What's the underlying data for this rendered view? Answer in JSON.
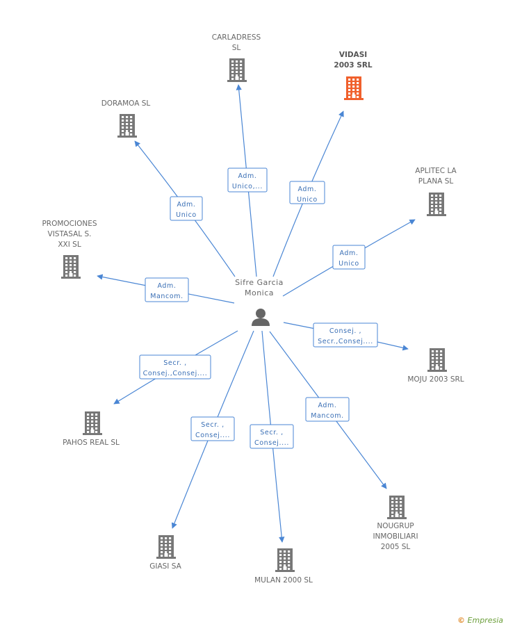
{
  "center": {
    "name_lines": [
      "Sifre Garcia",
      "Monica"
    ],
    "icon": "person-icon"
  },
  "colors": {
    "edge": "#4a86d4",
    "building": "#777777",
    "building_highlight": "#f0602c"
  },
  "nodes": [
    {
      "id": "carladress",
      "lines": [
        "CARLADRESS",
        "SL"
      ],
      "highlight": false,
      "icon": "building-icon"
    },
    {
      "id": "vidasi",
      "lines": [
        "VIDASI",
        "2003 SRL"
      ],
      "highlight": true,
      "icon": "building-icon"
    },
    {
      "id": "doramoa",
      "lines": [
        "DORAMOA SL"
      ],
      "highlight": false,
      "icon": "building-icon"
    },
    {
      "id": "aplitec",
      "lines": [
        "APLITEC LA",
        "PLANA SL"
      ],
      "highlight": false,
      "icon": "building-icon"
    },
    {
      "id": "promociones",
      "lines": [
        "PROMOCIONES",
        "VISTASAL S.",
        "XXI SL"
      ],
      "highlight": false,
      "icon": "building-icon"
    },
    {
      "id": "moju",
      "lines": [
        "MOJU 2003 SRL"
      ],
      "highlight": false,
      "icon": "building-icon"
    },
    {
      "id": "pahos",
      "lines": [
        "PAHOS REAL SL"
      ],
      "highlight": false,
      "icon": "building-icon"
    },
    {
      "id": "nougrup",
      "lines": [
        "NOUGRUP",
        "INMOBILIARI",
        "2005 SL"
      ],
      "highlight": false,
      "icon": "building-icon"
    },
    {
      "id": "giasi",
      "lines": [
        "GIASI SA"
      ],
      "highlight": false,
      "icon": "building-icon"
    },
    {
      "id": "mulan",
      "lines": [
        "MULAN 2000 SL"
      ],
      "highlight": false,
      "icon": "building-icon"
    }
  ],
  "edges": [
    {
      "to": "carladress",
      "label": [
        "Adm.",
        "Unico,..."
      ]
    },
    {
      "to": "vidasi",
      "label": [
        "Adm.",
        "Unico"
      ]
    },
    {
      "to": "doramoa",
      "label": [
        "Adm.",
        "Unico"
      ]
    },
    {
      "to": "aplitec",
      "label": [
        "Adm.",
        "Unico"
      ]
    },
    {
      "to": "promociones",
      "label": [
        "Adm.",
        "Mancom."
      ]
    },
    {
      "to": "moju",
      "label": [
        "Consej. ,",
        "Secr.,Consej...."
      ]
    },
    {
      "to": "pahos",
      "label": [
        "Secr. ,",
        "Consej.,Consej...."
      ]
    },
    {
      "to": "nougrup",
      "label": [
        "Adm.",
        "Mancom."
      ]
    },
    {
      "to": "giasi",
      "label": [
        "Secr. ,",
        "Consej...."
      ]
    },
    {
      "to": "mulan",
      "label": [
        "Secr. ,",
        "Consej...."
      ]
    }
  ],
  "footer": {
    "copyright": "©",
    "brand": "Empresia"
  }
}
